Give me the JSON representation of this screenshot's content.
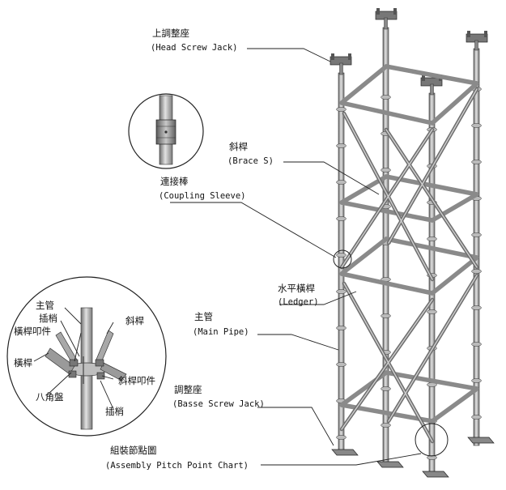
{
  "labels": {
    "head_jack_zh": "上調整座",
    "head_jack_en": "(Head Screw Jack)",
    "brace_zh": "斜桿",
    "brace_en": "(Brace S)",
    "coupling_zh": "連接棒",
    "coupling_en": "(Coupling Sleeve)",
    "ledger_zh": "水平橫桿",
    "ledger_en": "(Ledger)",
    "main_pipe_zh": "主管",
    "main_pipe_en": "(Main Pipe)",
    "base_jack_zh": "調整座",
    "base_jack_en": "(Basse Screw Jack)",
    "pitch_chart_zh": "組裝節點圖",
    "pitch_chart_en": "(Assembly Pitch Point Chart)"
  },
  "detail_labels": {
    "main_pipe": "主管",
    "pin_top": "插梢",
    "ledger_clamp": "橫桿叩件",
    "brace": "斜桿",
    "ledger": "橫桿",
    "octagon_plate": "八角盤",
    "brace_clamp": "斜桿叩件",
    "pin_bottom": "插梢"
  },
  "colors": {
    "steel_light": "#d6d6d6",
    "steel_mid": "#9a9a9a",
    "steel_dark": "#555555",
    "outline": "#2a2a2a",
    "text": "#111111"
  }
}
